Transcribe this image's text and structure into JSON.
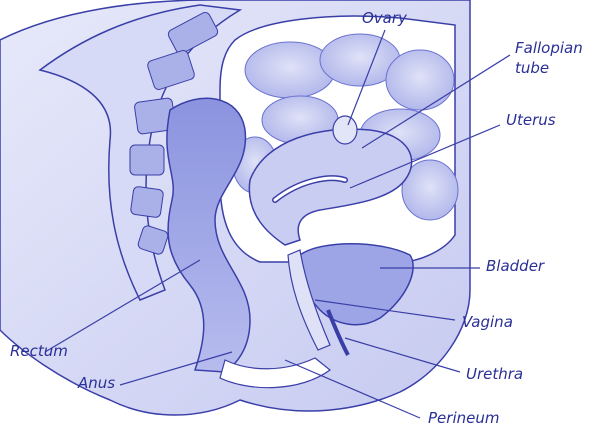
{
  "labels": {
    "ovary": "Ovary",
    "fallopian_tube": "Fallopian\ntube",
    "uterus": "Uterus",
    "bladder": "Bladder",
    "vagina": "Vagina",
    "urethra": "Urethra",
    "rectum": "Rectum",
    "anus": "Anus",
    "perineum": "Perineum"
  },
  "colors": {
    "outline": "#3a3fa8",
    "tissue_light": "#c9cdf2",
    "tissue_mid": "#9ea5e6",
    "tissue_dark": "#6b72cf",
    "label_text": "#2a2f96"
  }
}
